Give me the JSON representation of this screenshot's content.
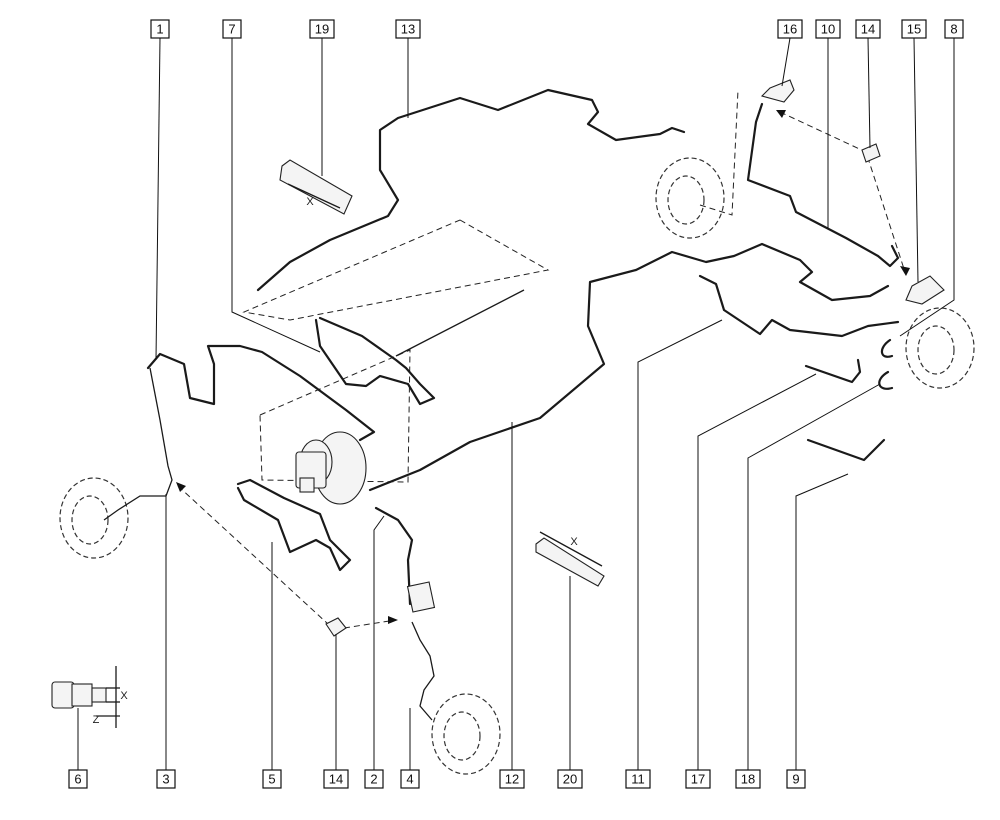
{
  "callouts": {
    "c1": "1",
    "c7": "7",
    "c19": "19",
    "c13": "13",
    "c16": "16",
    "c10": "10",
    "c14a": "14",
    "c15": "15",
    "c8": "8",
    "c6": "6",
    "c3": "3",
    "c5": "5",
    "c14b": "14",
    "c2": "2",
    "c4": "4",
    "c12": "12",
    "c20": "20",
    "c11": "11",
    "c17": "17",
    "c18": "18",
    "c9": "9"
  },
  "dimensions": {
    "x_label_19": "X",
    "x_label_20": "X",
    "x_label_6": "X",
    "z_label_6": "Z"
  }
}
